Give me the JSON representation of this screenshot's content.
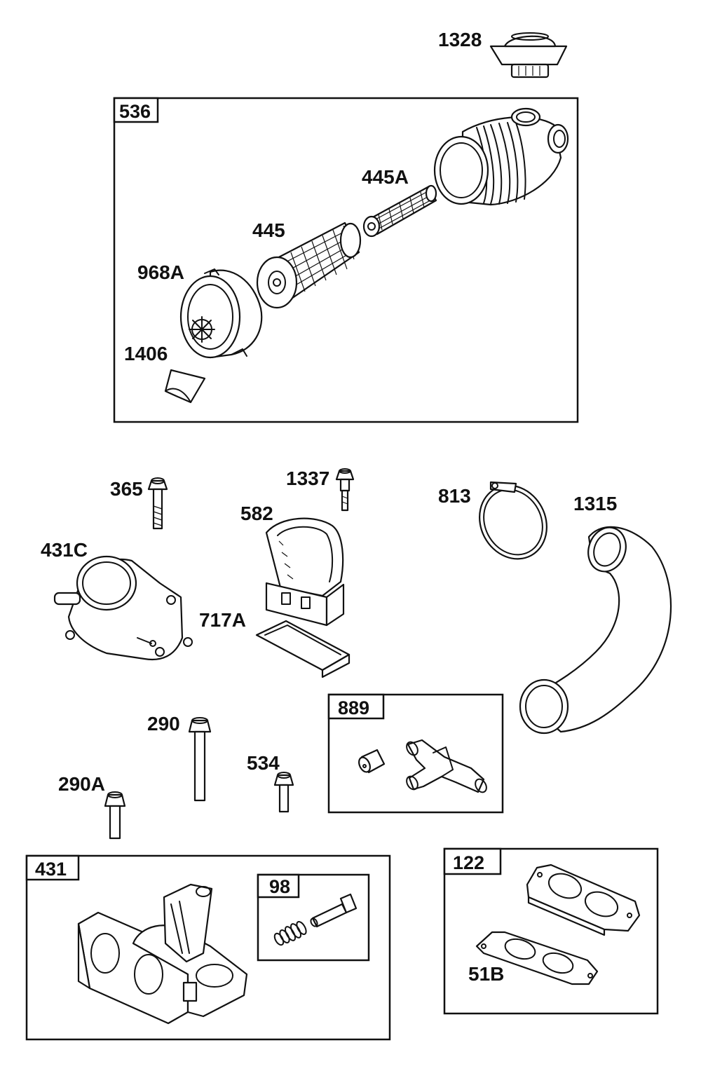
{
  "parts": {
    "p1328": "1328",
    "p445A": "445A",
    "p445": "445",
    "p968A": "968A",
    "p1406": "1406",
    "p365": "365",
    "p1337": "1337",
    "p582": "582",
    "p813": "813",
    "p1315": "1315",
    "p431C": "431C",
    "p717A": "717A",
    "p290": "290",
    "p534": "534",
    "p290A": "290A",
    "p51B": "51B"
  },
  "groups": {
    "g536": "536",
    "g889": "889",
    "g431": "431",
    "g98": "98",
    "g122": "122"
  }
}
